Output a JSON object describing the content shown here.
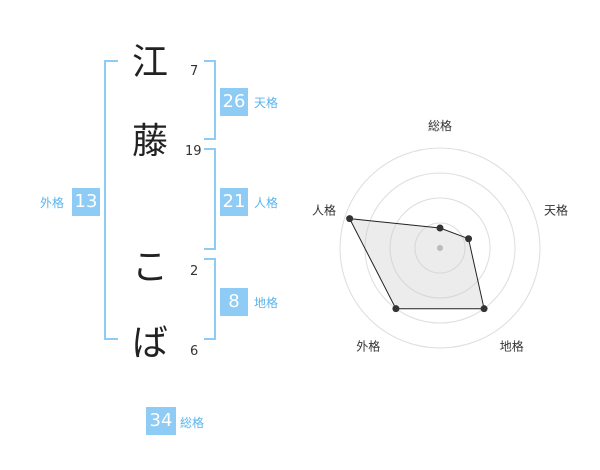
{
  "name": {
    "chars": [
      {
        "char": "江",
        "strokes": "7"
      },
      {
        "char": "藤",
        "strokes": "19"
      },
      {
        "char": "こ",
        "strokes": "2"
      },
      {
        "char": "ば",
        "strokes": "6"
      }
    ]
  },
  "fortune": {
    "tenkaku": {
      "value": "26",
      "label": "天格"
    },
    "jinkaku": {
      "value": "21",
      "label": "人格"
    },
    "chikaku": {
      "value": "8",
      "label": "地格"
    },
    "gaikaku": {
      "value": "13",
      "label": "外格"
    },
    "soukaku": {
      "value": "34",
      "label": "総格"
    }
  },
  "colors": {
    "accent": "#8ecbf5",
    "label": "#5ab4ec"
  },
  "chart_data": {
    "type": "radar",
    "axes": [
      "総格",
      "天格",
      "地格",
      "外格",
      "人格"
    ],
    "values": [
      0.2,
      0.3,
      0.75,
      0.75,
      0.95
    ],
    "range": [
      0,
      1
    ],
    "rings": 4
  }
}
